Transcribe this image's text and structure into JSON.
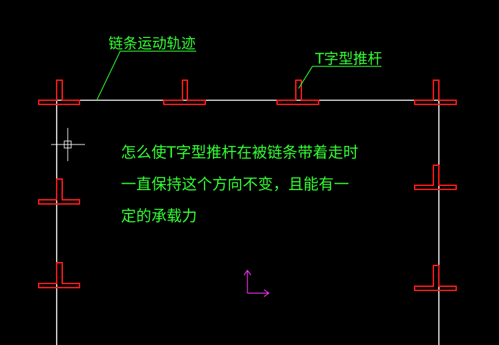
{
  "colors": {
    "background": "#000000",
    "track": "#ffffff",
    "push_rod": "#ff1a1a",
    "annotation": "#33ff33",
    "cursor": "#ffffff",
    "ucs_icon": "#ff33ff"
  },
  "labels": {
    "chain_track": "链条运动轨迹",
    "t_push_rod": "T字型推杆"
  },
  "question": {
    "line1": "怎么使T字型推杆在被链条带着走时",
    "line2": "一直保持这个方向不变，且能有一",
    "line3": "定的承载力"
  },
  "icons": {
    "cursor": "crosshair-cursor-icon",
    "ucs": "ucs-axis-icon"
  }
}
